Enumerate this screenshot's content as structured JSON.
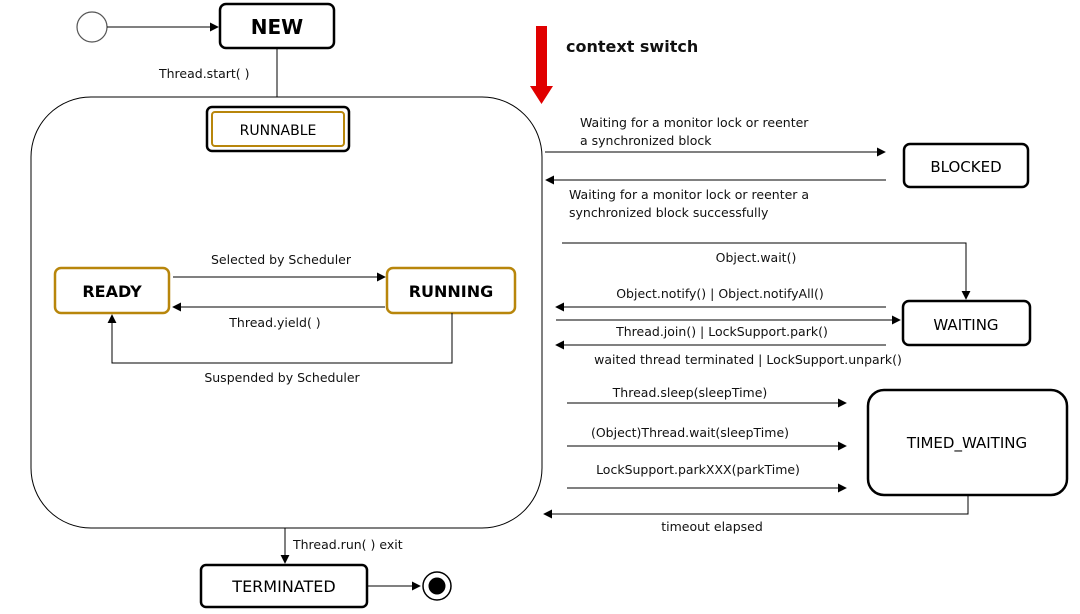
{
  "states": {
    "new": "NEW",
    "runnable": "RUNNABLE",
    "ready": "READY",
    "running": "RUNNING",
    "blocked": "BLOCKED",
    "waiting": "WAITING",
    "timed_waiting": "TIMED_WAITING",
    "terminated": "TERMINATED"
  },
  "transitions": {
    "thread_start": "Thread.start( )",
    "context_switch": "context switch",
    "to_blocked_line1": "Waiting for a monitor lock or reenter",
    "to_blocked_line2": "a synchronized block",
    "from_blocked_line1": "Waiting for a monitor lock or reenter  a",
    "from_blocked_line2": "synchronized block successfully",
    "selected_by_scheduler": "Selected by Scheduler",
    "thread_yield": "Thread.yield( )",
    "suspended_by_scheduler": "Suspended by Scheduler",
    "object_wait": "Object.wait()",
    "object_notify": "Object.notify() | Object.notifyAll()",
    "thread_join": "Thread.join() | LockSupport.park()",
    "waited_terminated": "waited thread terminated | LockSupport.unpark()",
    "thread_sleep": "Thread.sleep(sleepTime)",
    "object_thread_wait": "(Object)Thread.wait(sleepTime)",
    "locksupport_parkxxx": "LockSupport.parkXXX(parkTime)",
    "timeout_elapsed": "timeout elapsed",
    "thread_run_exit": "Thread.run( )  exit"
  },
  "colors": {
    "gold_border": "#B8860B",
    "context_switch_arrow": "#E00000",
    "line": "#000000"
  }
}
